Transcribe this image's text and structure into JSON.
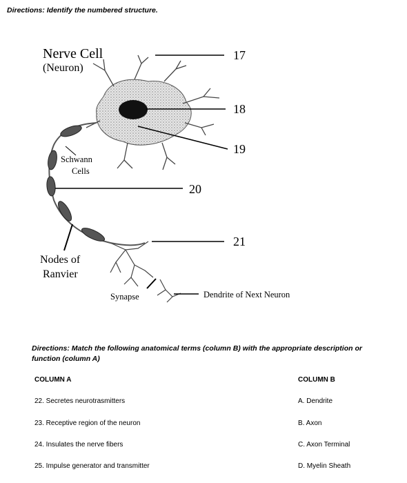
{
  "section1": {
    "directions": "Directions: Identify the numbered structure."
  },
  "diagram": {
    "title_line1": "Nerve Cell",
    "title_line2": "(Neuron)",
    "labels": {
      "schwann_line1": "Schwann",
      "schwann_line2": "Cells",
      "nodes_line1": "Nodes of",
      "nodes_line2": "Ranvier",
      "synapse": "Synapse",
      "next_neuron": "Dendrite of Next Neuron"
    },
    "numbers": [
      "17",
      "18",
      "19",
      "20",
      "21"
    ]
  },
  "section2": {
    "directions_line1": "Directions: Match the following anatomical terms (column B) with the appropriate description or",
    "directions_line2": "function (column A)",
    "column_a": {
      "heading": "COLUMN A",
      "items": [
        "22.  Secretes neurotrasmitters",
        "23.  Receptive region of the neuron",
        "24.  Insulates the nerve fibers",
        "25.  Impulse generator and transmitter"
      ]
    },
    "column_b": {
      "heading": "COLUMN B",
      "items": [
        "A.  Dendrite",
        "B.  Axon",
        "C.   Axon Terminal",
        "D.  Myelin Sheath"
      ]
    }
  }
}
